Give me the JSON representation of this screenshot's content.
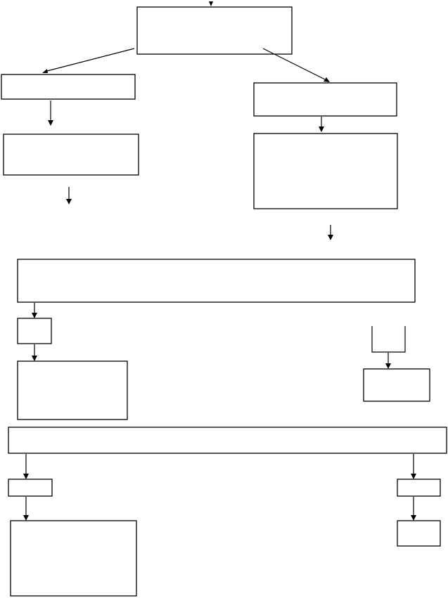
{
  "diagram": {
    "type": "flowchart",
    "stroke_color": "#000000",
    "background": "#ffffff",
    "boxes": [
      {
        "id": "top-box",
        "text": ""
      },
      {
        "id": "left-box-1",
        "text": ""
      },
      {
        "id": "left-box-2",
        "text": ""
      },
      {
        "id": "right-box-1",
        "text": ""
      },
      {
        "id": "right-box-2",
        "text": ""
      },
      {
        "id": "wide-box-1",
        "text": ""
      },
      {
        "id": "small-box-left",
        "text": ""
      },
      {
        "id": "box-left-3",
        "text": ""
      },
      {
        "id": "box-right-3",
        "text": ""
      },
      {
        "id": "wide-box-2",
        "text": ""
      },
      {
        "id": "small-box-left-2",
        "text": ""
      },
      {
        "id": "small-box-right-2",
        "text": ""
      },
      {
        "id": "box-left-4",
        "text": ""
      },
      {
        "id": "box-right-4",
        "text": ""
      }
    ]
  }
}
